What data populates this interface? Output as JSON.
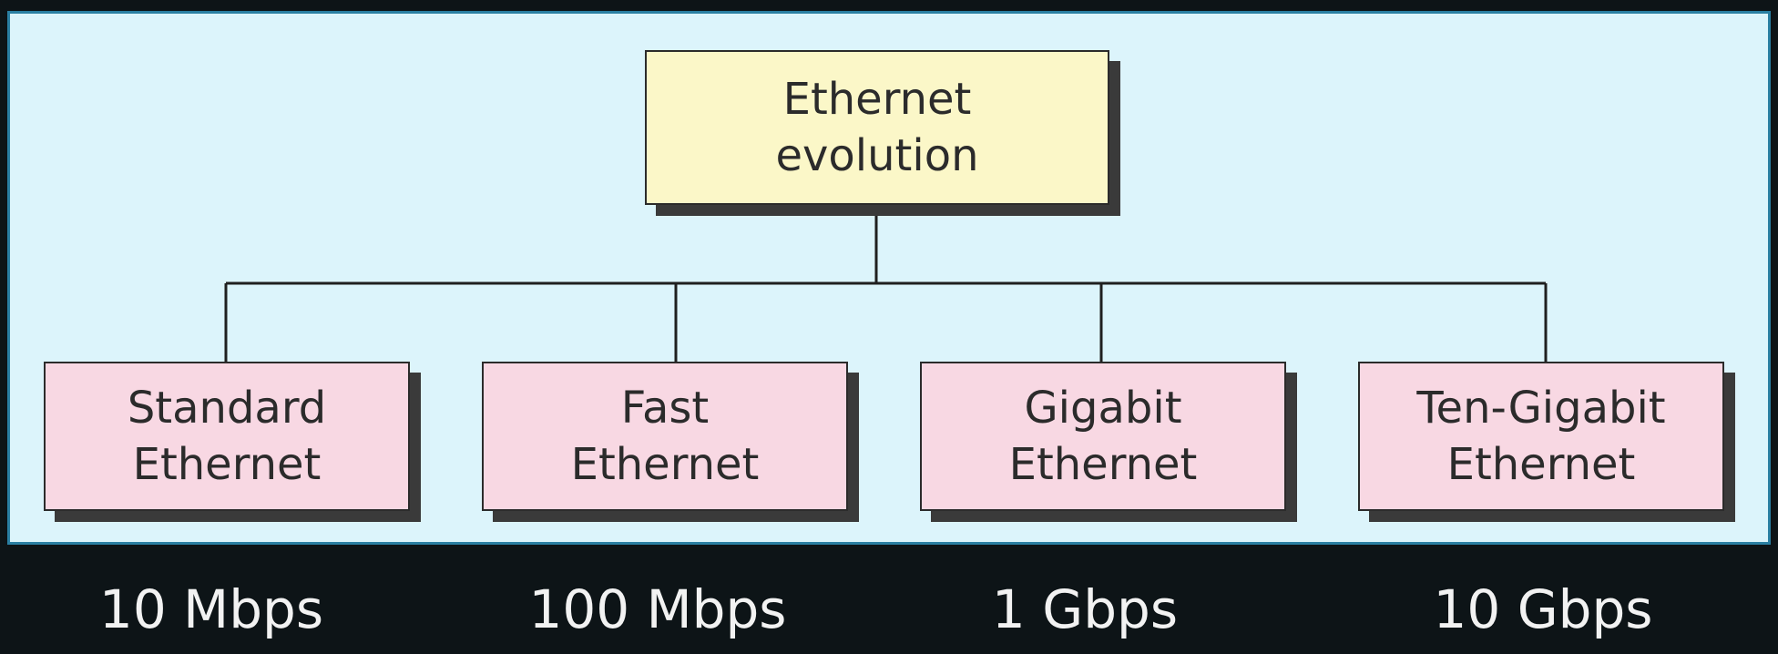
{
  "root": {
    "label": "Ethernet\nevolution"
  },
  "children": [
    {
      "label": "Standard\nEthernet",
      "speed": "10 Mbps"
    },
    {
      "label": "Fast\nEthernet",
      "speed": "100 Mbps"
    },
    {
      "label": "Gigabit\nEthernet",
      "speed": "1 Gbps"
    },
    {
      "label": "Ten-Gigabit\nEthernet",
      "speed": "10 Gbps"
    }
  ],
  "colors": {
    "background": "#0d1417",
    "panel": "#dcf4fb",
    "panel_border": "#2a7fa2",
    "root_fill": "#fbf7c8",
    "child_fill": "#f8d8e3",
    "line": "#1f1f1f",
    "speed_text": "#f2f2f2"
  }
}
